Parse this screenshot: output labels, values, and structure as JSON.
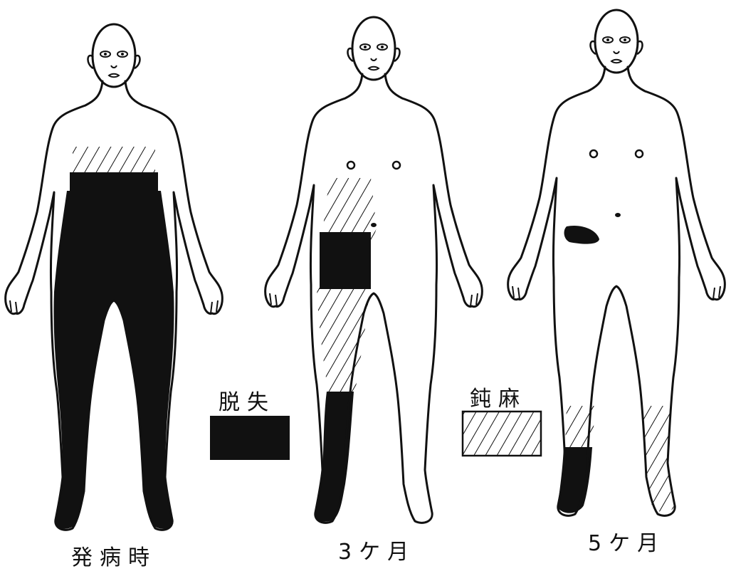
{
  "figures": [
    {
      "caption": "発病時"
    },
    {
      "caption": "3ケ月"
    },
    {
      "caption": "5ケ月"
    }
  ],
  "legend": {
    "loss": {
      "label": "脱失",
      "pattern": "solid-black"
    },
    "blunting": {
      "label": "鈍麻",
      "pattern": "diagonal-hatch"
    }
  },
  "colors": {
    "ink": "#111111",
    "paper": "#ffffff"
  }
}
